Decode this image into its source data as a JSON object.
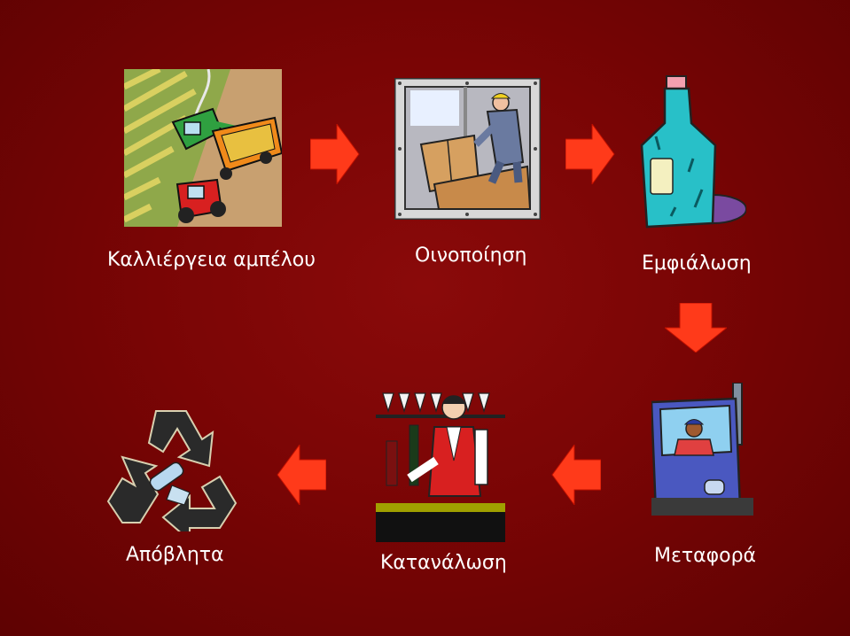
{
  "diagram": {
    "steps": [
      {
        "id": "cultivation",
        "label": "Καλλιέργεια αμπέλου",
        "icon": "harvester-icon"
      },
      {
        "id": "winemaking",
        "label": "Οινοποίηση",
        "icon": "warehouse-worker-icon"
      },
      {
        "id": "bottling",
        "label": "Εμφιάλωση",
        "icon": "wine-bottle-icon"
      },
      {
        "id": "transport",
        "label": "Μεταφορά",
        "icon": "truck-driver-icon"
      },
      {
        "id": "consumption",
        "label": "Κατανάλωση",
        "icon": "bartender-icon"
      },
      {
        "id": "waste",
        "label": "Απόβλητα",
        "icon": "recycle-icon"
      }
    ],
    "arrow_color": "#ff3a1a"
  }
}
